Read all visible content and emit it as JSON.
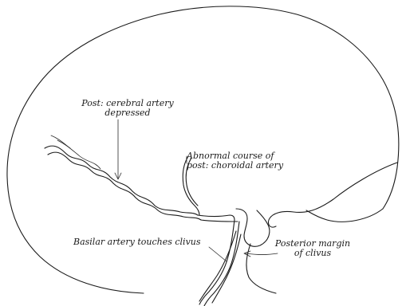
{
  "labels": {
    "post_cerebral_line1": "Post: cerebral artery",
    "post_cerebral_line2": "depressed",
    "choroidal_line1": "Abnormal course of",
    "choroidal_line2": "post: choroidal artery",
    "basilar": "Basilar artery touches clivus",
    "clivus_line1": "Posterior margin",
    "clivus_line2": "of clivus"
  },
  "colors": {
    "ink": "#1a1a1a",
    "paper": "#ffffff"
  }
}
